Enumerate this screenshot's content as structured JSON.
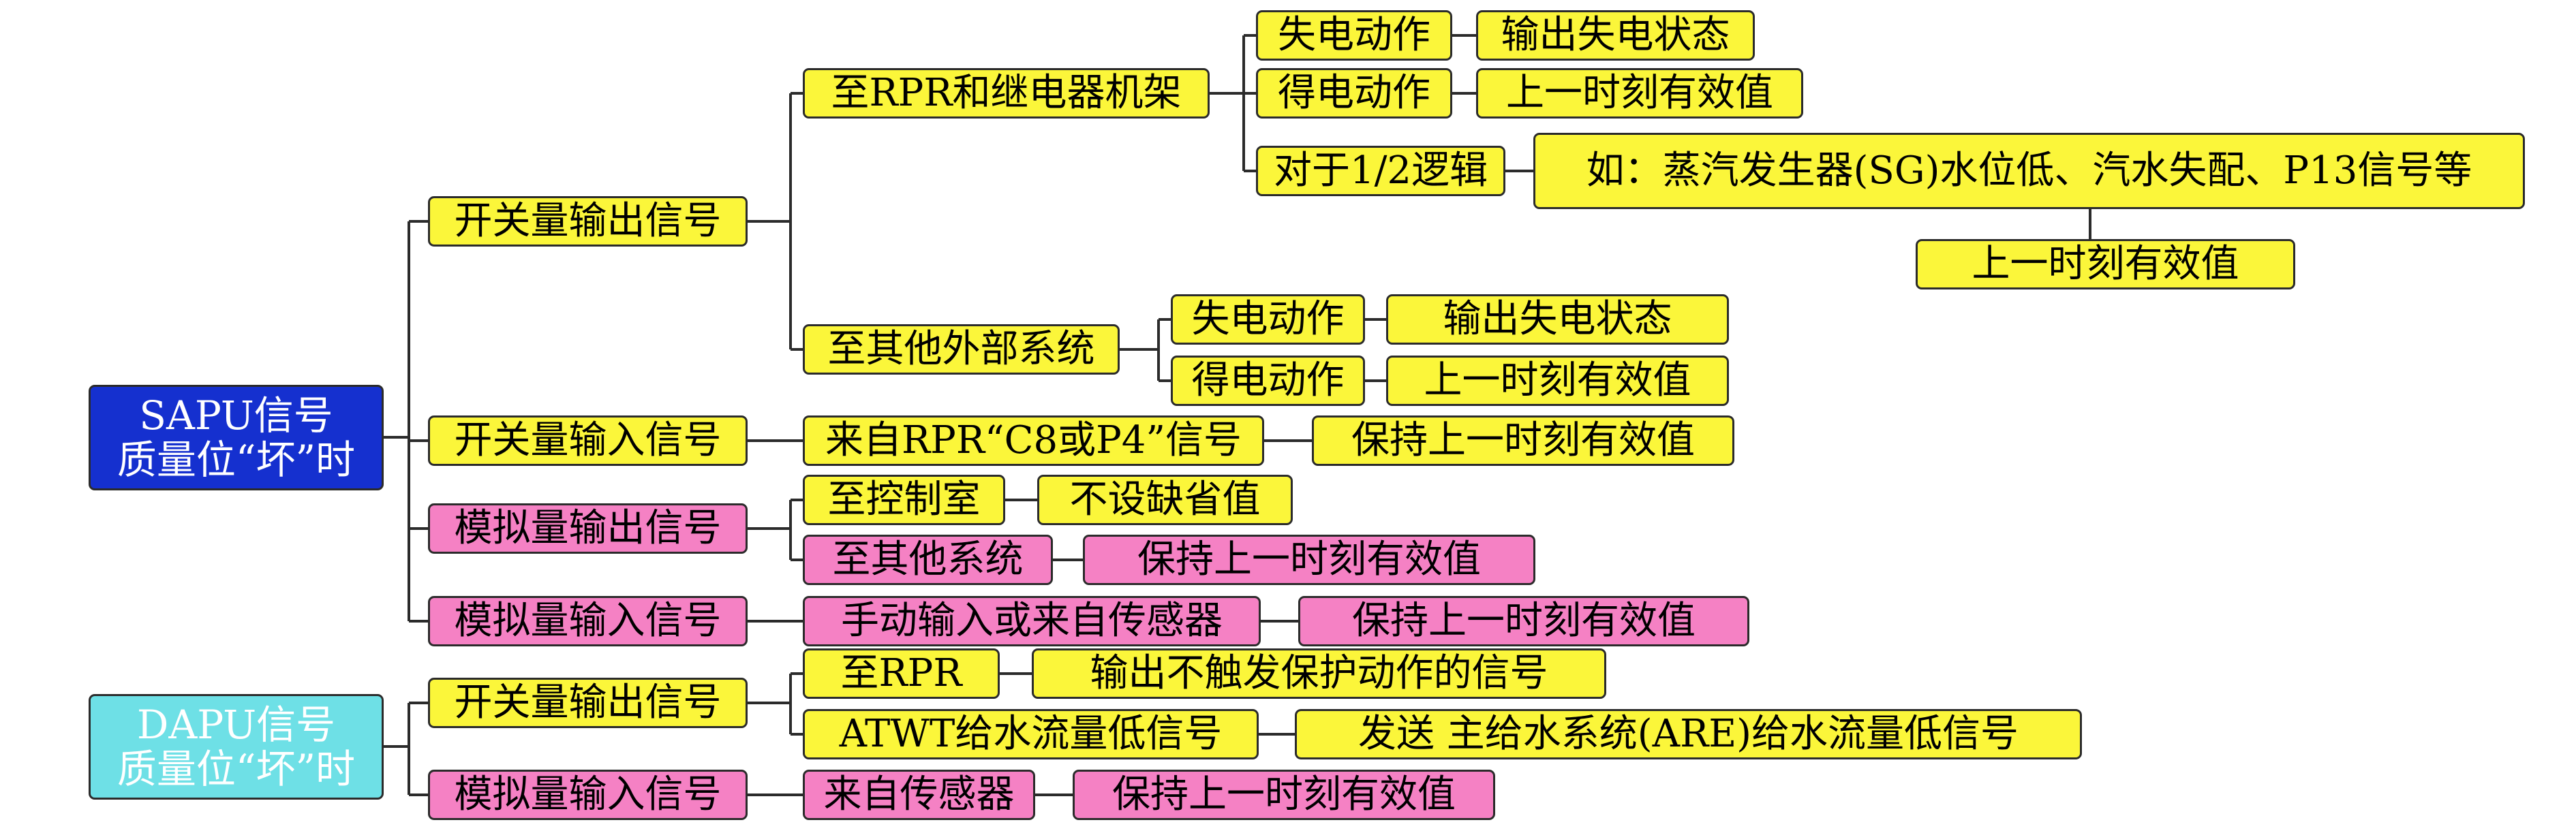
{
  "roots": {
    "sapu": {
      "line1": "SAPU信号",
      "line2": "质量位“坏”时",
      "color": "#1530cf"
    },
    "dapu": {
      "line1": "DAPU信号",
      "line2": "质量位“坏”时",
      "color": "#6ee0e6"
    }
  },
  "nodes": {
    "sapu_switch_out": "开关量输出信号",
    "to_rpr_relay": "至RPR和继电器机架",
    "loss_power_1": "失电动作",
    "output_loss_state_1": "输出失电状态",
    "get_power_1": "得电动作",
    "last_valid_1": "上一时刻有效值",
    "half_logic": "对于1/2逻辑",
    "example_signals": "如：蒸汽发生器(SG)水位低、汽水失配、P13信号等",
    "last_valid_2": "上一时刻有效值",
    "to_other_external": "至其他外部系统",
    "loss_power_2": "失电动作",
    "output_loss_state_2": "输出失电状态",
    "get_power_2": "得电动作",
    "last_valid_3": "上一时刻有效值",
    "sapu_switch_in": "开关量输入信号",
    "from_rpr_c8": "来自RPR“C8或P4”信号",
    "keep_last_1": "保持上一时刻有效值",
    "sapu_analog_out": "模拟量输出信号",
    "to_control_room": "至控制室",
    "no_default": "不设缺省值",
    "to_other_systems": "至其他系统",
    "keep_last_2": "保持上一时刻有效值",
    "sapu_analog_in": "模拟量输入信号",
    "manual_or_sensor": "手动输入或来自传感器",
    "keep_last_3": "保持上一时刻有效值",
    "dapu_switch_out": "开关量输出信号",
    "to_rpr": "至RPR",
    "no_trigger_signal": "输出不触发保护动作的信号",
    "atwt_low_flow": "ATWT给水流量低信号",
    "send_are_low_flow": "发送 主给水系统(ARE)给水流量低信号",
    "dapu_analog_in": "模拟量输入信号",
    "from_sensor": "来自传感器",
    "keep_last_4": "保持上一时刻有效值"
  },
  "colors": {
    "yellow": "#fbf63a",
    "pink": "#f581c4",
    "line": "#2b2b2b"
  }
}
